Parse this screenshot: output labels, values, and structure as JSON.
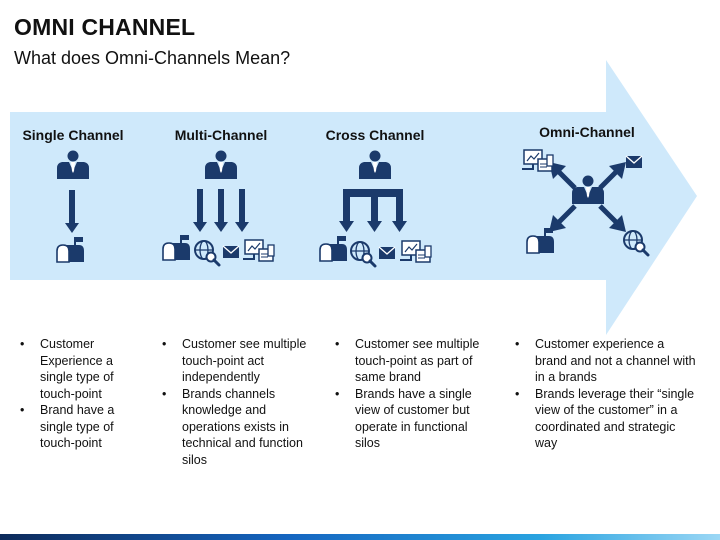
{
  "header": {
    "title": "OMNI CHANNEL",
    "subtitle": "What does Omni-Channels Mean?"
  },
  "colors": {
    "arrow_fill": "#cfe9fb",
    "icon_navy": "#1b3a6b",
    "bottom_bar": "#1565c0"
  },
  "columns": [
    {
      "heading": "Single Channel",
      "icons": [
        "person-icon",
        "arrow-down-icon",
        "mailbox-icon"
      ],
      "bullets": [
        "Customer Experience a single type of touch-point",
        "Brand have a single type of touch-point"
      ]
    },
    {
      "heading": "Multi-Channel",
      "icons": [
        "person-icon",
        "arrow-down-icon",
        "mailbox-icon",
        "web-search-icon",
        "email-icon",
        "devices-icon"
      ],
      "bullets": [
        "Customer see multiple touch-point act independently",
        "Brands channels knowledge and operations exists in technical and function silos"
      ]
    },
    {
      "heading": "Cross Channel",
      "icons": [
        "person-icon",
        "branching-arrow-icon",
        "mailbox-icon",
        "web-search-icon",
        "email-icon",
        "devices-icon"
      ],
      "bullets": [
        "Customer see multiple touch-point as part of same brand",
        "Brands have a single view of customer but operate in functional silos"
      ]
    },
    {
      "heading": "Omni-Channel",
      "icons": [
        "person-icon",
        "four-way-arrow-icon",
        "mailbox-icon",
        "web-search-icon",
        "email-icon",
        "devices-icon"
      ],
      "bullets": [
        "Customer experience a brand and not a channel with in a brands",
        "Brands leverage their “single view of the customer” in a coordinated and strategic way"
      ]
    }
  ]
}
